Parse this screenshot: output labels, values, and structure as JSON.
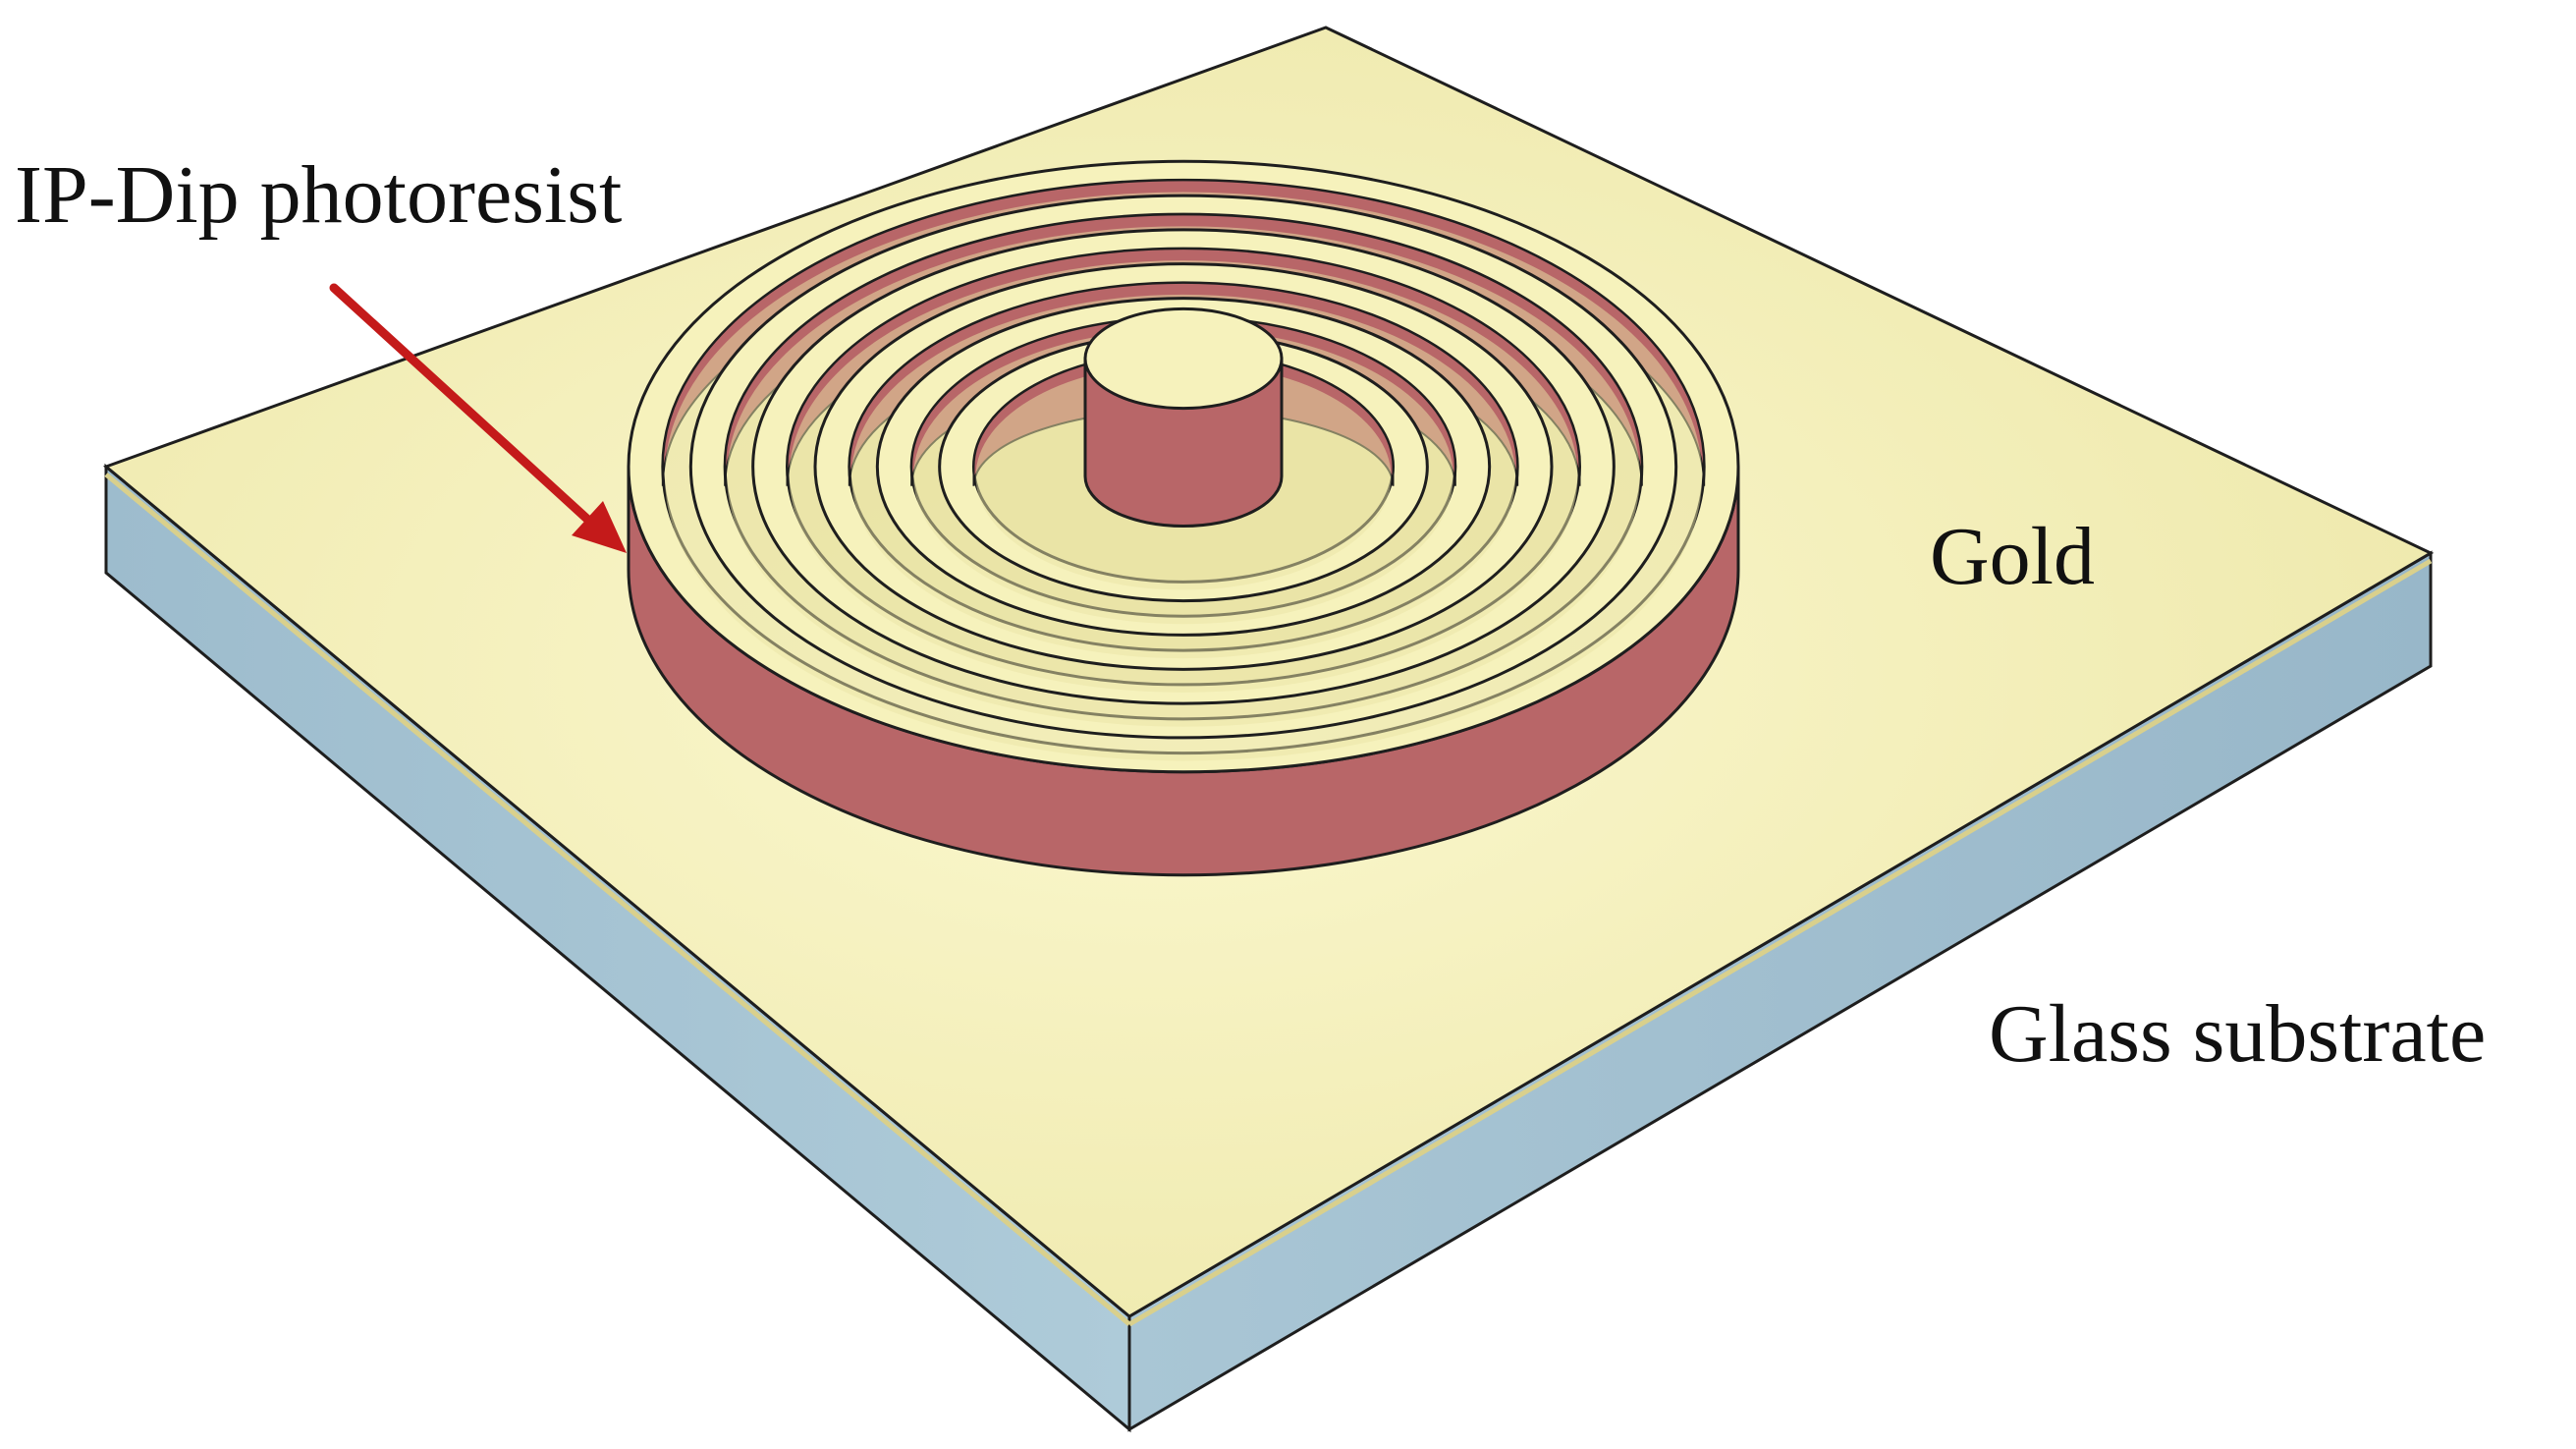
{
  "labels": {
    "photoresist": "IP-Dip photoresist",
    "gold": "Gold",
    "substrate": "Glass substrate"
  },
  "colors": {
    "gold_top": "#f6f2bc",
    "glass_side": "#a6c4d4",
    "photoresist": "#b86668",
    "arrow": "#c41a1a",
    "outline": "#1e1e1e"
  },
  "structure": {
    "ring_count": 6,
    "center_pillar": true
  }
}
